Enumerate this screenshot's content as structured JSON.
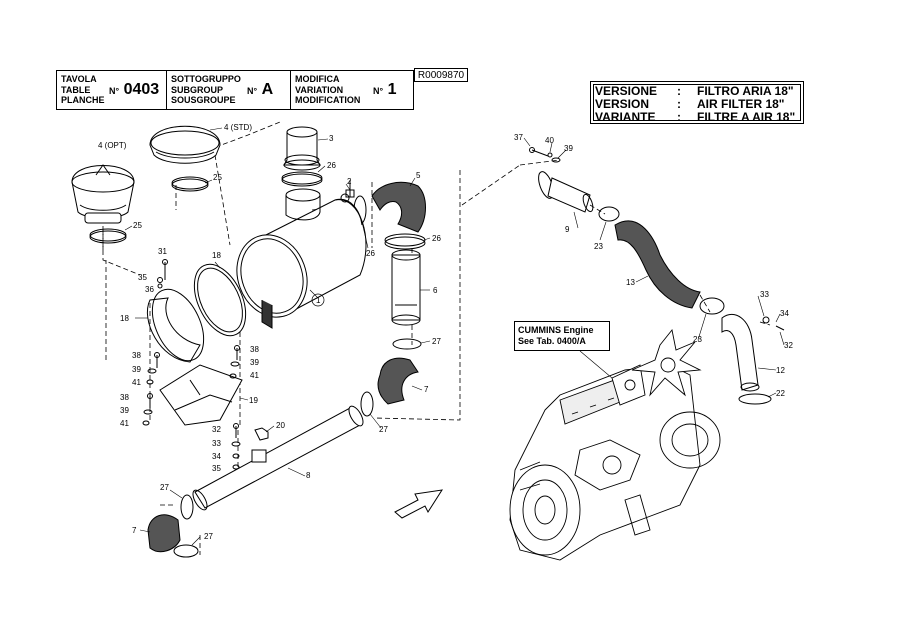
{
  "header": {
    "table": {
      "lines": [
        "TAVOLA",
        "TABLE",
        "PLANCHE"
      ],
      "no_label": "N°",
      "value": "0403"
    },
    "subgroup": {
      "lines": [
        "SOTTOGRUPPO",
        "SUBGROUP",
        "SOUSGROUPE"
      ],
      "no_label": "N°",
      "value": "A"
    },
    "modification": {
      "lines": [
        "MODIFICA",
        "VARIATION",
        "MODIFICATION"
      ],
      "no_label": "N°",
      "value": "1"
    },
    "reference": "R0009870"
  },
  "version": {
    "rows": [
      {
        "key": "VERSIONE",
        "sep": ":",
        "value": "FILTRO ARIA 18\""
      },
      {
        "key": "VERSION",
        "sep": ":",
        "value": "AIR FILTER 18\""
      },
      {
        "key": "VARIANTE",
        "sep": ":",
        "value": "FILTRE A AIR 18\""
      }
    ]
  },
  "engine_note": {
    "line1": "CUMMINS Engine",
    "line2": "See Tab. 0400/A"
  },
  "callouts": {
    "c4opt": "4 (OPT)",
    "c4std": "4 (STD)",
    "c3": "3",
    "c25a": "25",
    "c25b": "25",
    "c26a": "26",
    "c26b": "26",
    "c26c": "26",
    "c2": "2",
    "c5": "5",
    "c1": "1",
    "c31": "31",
    "c35a": "35",
    "c18a": "18",
    "c18b": "18",
    "c36": "36",
    "c6": "6",
    "c27a": "27",
    "c38a": "38",
    "c39a": "39",
    "c41a": "41",
    "c38b": "38",
    "c39b": "39",
    "c41b": "41",
    "c38c": "38",
    "c39c": "39",
    "c41c": "41",
    "c19": "19",
    "c7a": "7",
    "c27b": "27",
    "c32a": "32",
    "c20": "20",
    "c33a": "33",
    "c34a": "34",
    "c35b": "35",
    "c8": "8",
    "c27c": "27",
    "c7b": "7",
    "c27d": "27",
    "c37": "37",
    "c40": "40",
    "c39d": "39",
    "c9": "9",
    "c23a": "23",
    "c13": "13",
    "c33b": "33",
    "c34b": "34",
    "c32b": "32",
    "c23b": "23",
    "c12": "12",
    "c22": "22"
  }
}
